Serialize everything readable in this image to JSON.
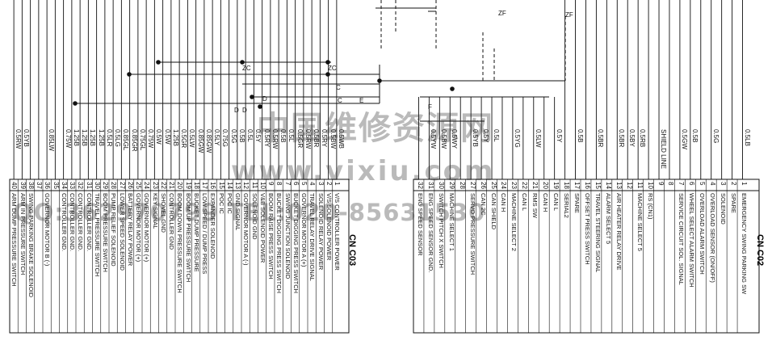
{
  "connector_left": {
    "name": "CN C03",
    "pins": [
      {
        "n": "40",
        "label": "ARM DUMP PRESSURE SWITCH",
        "wire": "0.5RW"
      },
      {
        "n": "39",
        "label": "ARM IN PRESSURE SWITCH",
        "wire": "0.5YB"
      },
      {
        "n": "38",
        "label": "SWING PARKING BRAKE SOLENOID",
        "wire": ""
      },
      {
        "n": "37",
        "label": "",
        "wire": ""
      },
      {
        "n": "36",
        "label": "GOVERNOR MOTOR B (-)",
        "wire": "0.85LW"
      },
      {
        "n": "35",
        "label": "",
        "wire": ""
      },
      {
        "n": "34",
        "label": "CONTROLLER GND.",
        "wire": "0.75W"
      },
      {
        "n": "33",
        "label": "CONTROLLER GND.",
        "wire": "1.25B"
      },
      {
        "n": "32",
        "label": "CONTROLLER GND.",
        "wire": "1.25B"
      },
      {
        "n": "31",
        "label": "CONTROLLER GND.",
        "wire": "1.25B"
      },
      {
        "n": "30",
        "label": "TRAVEL PRESSURE SWITCH",
        "wire": "1.25B"
      },
      {
        "n": "29",
        "label": "BOOM PRESSURE SWITCH",
        "wire": "0.5LR"
      },
      {
        "n": "28",
        "label": "PUMP RELIEF SOLENOID",
        "wire": "0.5LG"
      },
      {
        "n": "27",
        "label": "LOWER SPEED SOLENOID",
        "wire": "0.85GL"
      },
      {
        "n": "26",
        "label": "BATTERY RELAY POWER",
        "wire": "0.85GR"
      },
      {
        "n": "25",
        "label": "GOVERNOR MOTOR (+)",
        "wire": "0.75GL"
      },
      {
        "n": "24",
        "label": "GOVERNOR MOTOR (+)",
        "wire": "0.75W"
      },
      {
        "n": "23",
        "label": "KEY SIGNAL",
        "wire": "0.5W"
      },
      {
        "n": "22",
        "label": "SHOVEL GND",
        "wire": "0.5W"
      },
      {
        "n": "21",
        "label": "CONTROLLER GND",
        "wire": "1.25B"
      },
      {
        "n": "20",
        "label": "BOOM DOWN PRESSURE SWITCH",
        "wire": "0.5GR"
      },
      {
        "n": "19",
        "label": "BOOM UP PRESSURE SWITCH",
        "wire": "0.5LW"
      },
      {
        "n": "18",
        "label": "BUCKET DUMP PRESSURE",
        "wire": "0.85GW"
      },
      {
        "n": "17",
        "label": "LOW SPEED / DUMP PRESS",
        "wire": "0.85GW"
      },
      {
        "n": "16",
        "label": "EXPANDER SOLENOID",
        "wire": "0.5LY"
      },
      {
        "n": "15",
        "label": "POC IC",
        "wire": "0.75G"
      },
      {
        "n": "14",
        "label": "POC IC",
        "wire": "0.5G"
      },
      {
        "n": "13",
        "label": "GND SIGNAL",
        "wire": "0.5B"
      },
      {
        "n": "12",
        "label": "GOVERNOR MOTOR A (-)",
        "wire": "0.5L"
      },
      {
        "n": "11",
        "label": "SOLENOID GND",
        "wire": "0.5Y"
      },
      {
        "n": "10",
        "label": "V&B SOLENOID POWER",
        "wire": "0.5RY"
      },
      {
        "n": "9",
        "label": "BOOM RAISE PRESS SWITCH",
        "wire": "0.5RW"
      },
      {
        "n": "8",
        "label": "BUCKET DIGGING PRESS SWITCH",
        "wire": "0.5B"
      },
      {
        "n": "7",
        "label": "SWING JUNCTION SOLENOID",
        "wire": "0.5L"
      },
      {
        "n": "6",
        "label": "BUCKET DIGGING PRESS SWITCH",
        "wire": "0.5GR"
      },
      {
        "n": "5",
        "label": "GOVERNOR MOTOR A (+)",
        "wire": "0.5RW"
      },
      {
        "n": "4",
        "label": "TRAVEL RELAY DRIVE SIGNAL",
        "wire": "0.5BR"
      },
      {
        "n": "3",
        "label": "SOLENOID RELAY POWER",
        "wire": "0.5RY"
      },
      {
        "n": "2",
        "label": "V/S SOLENOID POWER",
        "wire": "0.5BW"
      },
      {
        "n": "1",
        "label": "V/S CONTROLLER POWER",
        "wire": "0.5WB"
      }
    ]
  },
  "connector_right": {
    "name": "CN C02",
    "pins": [
      {
        "n": "32",
        "label": "ENG SPEED SENSOR",
        "wire": ""
      },
      {
        "n": "31",
        "label": "ENG SPEED SENSOR GND.",
        "wire": "0.5YW"
      },
      {
        "n": "30",
        "label": "SWITCH PITCH X SWITCH",
        "wire": "0.5BW"
      },
      {
        "n": "29",
        "label": "MACHINE SELECT 1",
        "wire": "0.5WY"
      },
      {
        "n": "28",
        "label": "",
        "wire": ""
      },
      {
        "n": "27",
        "label": "SERVO PRESSURE SWITCH",
        "wire": "0.5YB"
      },
      {
        "n": "26",
        "label": "CAN 2C",
        "wire": "0.5Y"
      },
      {
        "n": "25",
        "label": "CAN SHIELD",
        "wire": "0.5L"
      },
      {
        "n": "24",
        "label": "CAN H",
        "wire": ""
      },
      {
        "n": "23",
        "label": "MACHINE SELECT 2",
        "wire": "0.5YG"
      },
      {
        "n": "22",
        "label": "CAN L",
        "wire": ""
      },
      {
        "n": "21",
        "label": "RMS SW",
        "wire": "0.5LW"
      },
      {
        "n": "20",
        "label": "CAN H",
        "wire": ""
      },
      {
        "n": "19",
        "label": "CAN L",
        "wire": "0.5Y"
      },
      {
        "n": "18",
        "label": "SERIAL2",
        "wire": ""
      },
      {
        "n": "17",
        "label": "SPARE",
        "wire": "0.5B"
      },
      {
        "n": "16",
        "label": "OFFSET PRESS SWITCH",
        "wire": ""
      },
      {
        "n": "15",
        "label": "TRAVEL STEERING SIGNAL",
        "wire": "0.5BR"
      },
      {
        "n": "14",
        "label": "ALARM SELECT 5",
        "wire": ""
      },
      {
        "n": "13",
        "label": "AIR HEATER RELAY DRIVE",
        "wire": "0.5BR"
      },
      {
        "n": "12",
        "label": "",
        "wire": "0.5BY"
      },
      {
        "n": "11",
        "label": "MACHINE SELECT 5",
        "wire": "0.5RB"
      },
      {
        "n": "10",
        "label": "RS (CN1)",
        "wire": ""
      },
      {
        "n": "9",
        "label": "",
        "wire": "SHIELD LINE"
      },
      {
        "n": "8",
        "label": "",
        "wire": ""
      },
      {
        "n": "7",
        "label": "SERVICE CIRCUIT SOL. SIGNAL",
        "wire": "0.5GW"
      },
      {
        "n": "6",
        "label": "WHEEL SELECT ALARM SWITCH",
        "wire": "0.5B"
      },
      {
        "n": "5",
        "label": "OVERLOAD ALARM SWITCH",
        "wire": ""
      },
      {
        "n": "4",
        "label": "OVERLOAD SENSOR (ON/OFF)",
        "wire": "0.5G"
      },
      {
        "n": "3",
        "label": "SOLENOID",
        "wire": ""
      },
      {
        "n": "2",
        "label": "SPARE",
        "wire": ""
      },
      {
        "n": "1",
        "label": "EMERGENCY SWING PARKING SW",
        "wire": "0.5LB"
      }
    ]
  },
  "junction_labels": [
    "ZC",
    "ZC",
    "ZF",
    "ZF",
    "C",
    "C",
    "D",
    "D",
    "D",
    "E",
    "F"
  ],
  "watermarks": {
    "chinese": "中国维修资源网",
    "url": "www.vixiu.com",
    "phone": "QQ:362970799 TEL:020-85631530"
  },
  "colors": {
    "line": "#111111",
    "background": "#ffffff"
  }
}
